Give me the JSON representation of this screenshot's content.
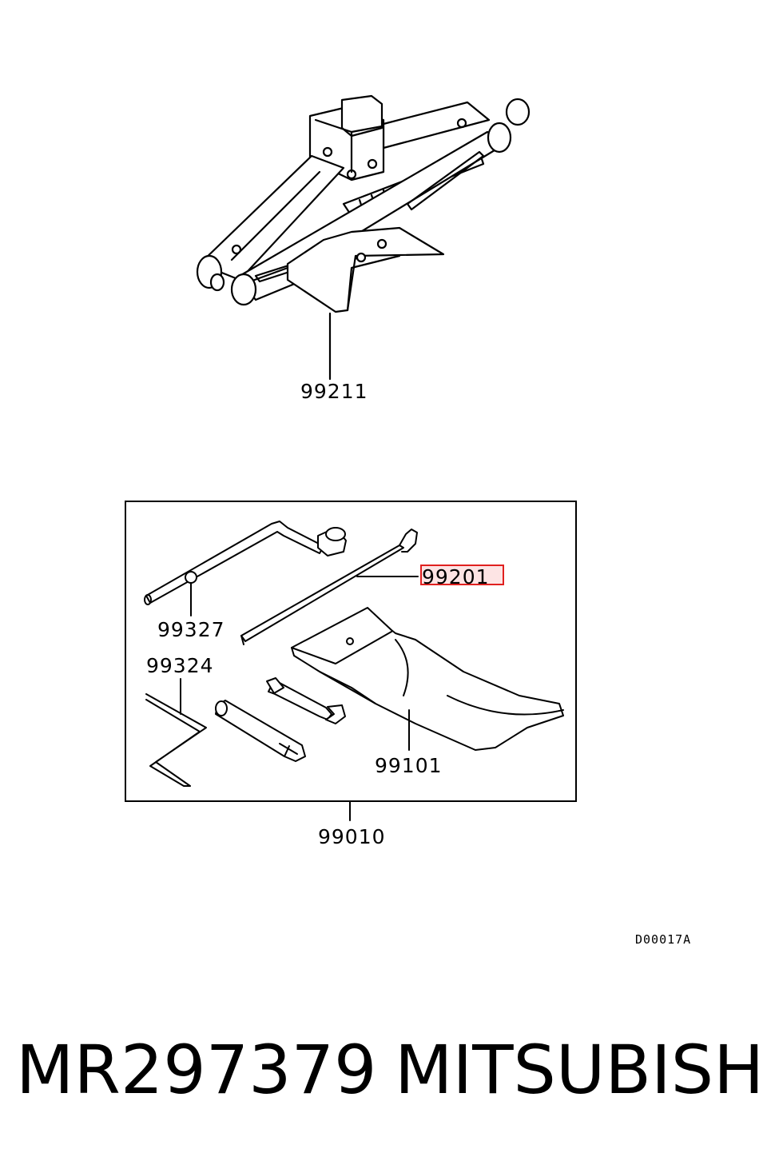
{
  "callouts": {
    "jack": "99211",
    "jack_handle": "99201",
    "wheel_nut_wrench": "99327",
    "crank_rod": "99324",
    "tool_bag": "99101",
    "tool_kit": "99010"
  },
  "highlight_color": "#e0201f",
  "drawing_ref": "D00017A",
  "footer": {
    "part_number": "MR297379",
    "brand": "MITSUBISHI"
  }
}
